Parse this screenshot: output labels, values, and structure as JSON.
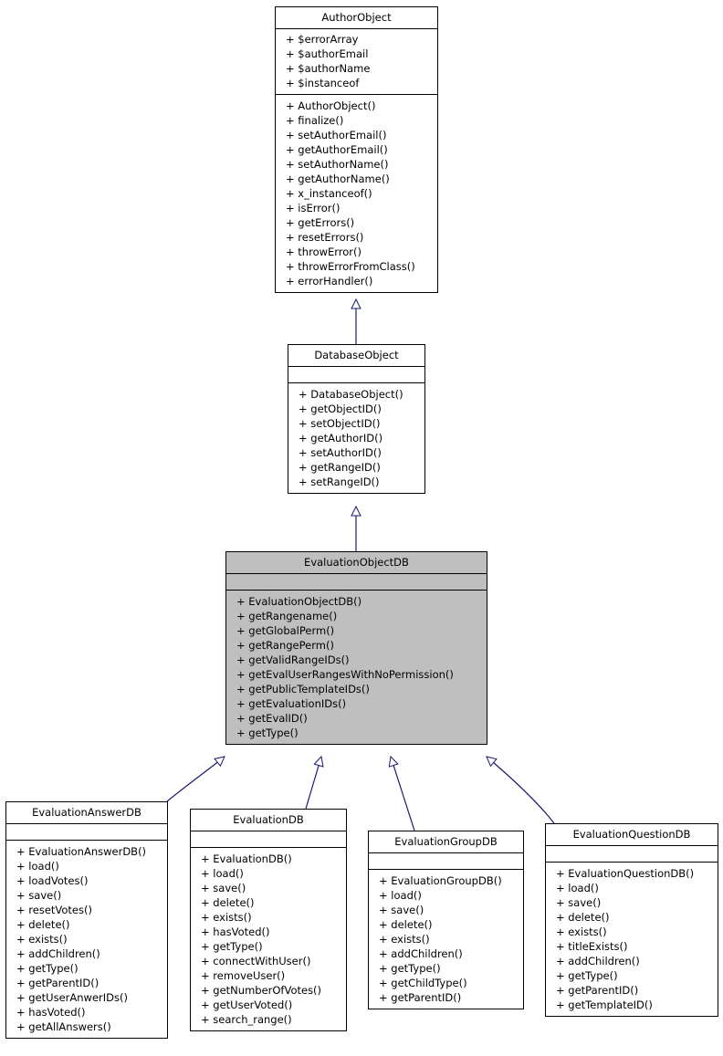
{
  "diagram": {
    "classes": {
      "author_object": {
        "name": "AuthorObject",
        "attributes": [
          "+ $errorArray",
          "+ $authorEmail",
          "+ $authorName",
          "+ $instanceof"
        ],
        "operations": [
          "+ AuthorObject()",
          "+ finalize()",
          "+ setAuthorEmail()",
          "+ getAuthorEmail()",
          "+ setAuthorName()",
          "+ getAuthorName()",
          "+ x_instanceof()",
          "+ isError()",
          "+ getErrors()",
          "+ resetErrors()",
          "+ throwError()",
          "+ throwErrorFromClass()",
          "+ errorHandler()"
        ]
      },
      "database_object": {
        "name": "DatabaseObject",
        "attributes": [],
        "operations": [
          "+ DatabaseObject()",
          "+ getObjectID()",
          "+ setObjectID()",
          "+ getAuthorID()",
          "+ setAuthorID()",
          "+ getRangeID()",
          "+ setRangeID()"
        ]
      },
      "evaluation_object_db": {
        "name": "EvaluationObjectDB",
        "attributes": [],
        "operations": [
          "+ EvaluationObjectDB()",
          "+ getRangename()",
          "+ getGlobalPerm()",
          "+ getRangePerm()",
          "+ getValidRangeIDs()",
          "+ getEvalUserRangesWithNoPermission()",
          "+ getPublicTemplateIDs()",
          "+ getEvaluationIDs()",
          "+ getEvalID()",
          "+ getType()"
        ]
      },
      "evaluation_answer_db": {
        "name": "EvaluationAnswerDB",
        "attributes": [],
        "operations": [
          "+ EvaluationAnswerDB()",
          "+ load()",
          "+ loadVotes()",
          "+ save()",
          "+ resetVotes()",
          "+ delete()",
          "+ exists()",
          "+ addChildren()",
          "+ getType()",
          "+ getParentID()",
          "+ getUserAnwerIDs()",
          "+ hasVoted()",
          "+ getAllAnswers()"
        ]
      },
      "evaluation_db": {
        "name": "EvaluationDB",
        "attributes": [],
        "operations": [
          "+ EvaluationDB()",
          "+ load()",
          "+ save()",
          "+ delete()",
          "+ exists()",
          "+ hasVoted()",
          "+ getType()",
          "+ connectWithUser()",
          "+ removeUser()",
          "+ getNumberOfVotes()",
          "+ getUserVoted()",
          "+ search_range()"
        ]
      },
      "evaluation_group_db": {
        "name": "EvaluationGroupDB",
        "attributes": [],
        "operations": [
          "+ EvaluationGroupDB()",
          "+ load()",
          "+ save()",
          "+ delete()",
          "+ exists()",
          "+ addChildren()",
          "+ getType()",
          "+ getChildType()",
          "+ getParentID()"
        ]
      },
      "evaluation_question_db": {
        "name": "EvaluationQuestionDB",
        "attributes": [],
        "operations": [
          "+ EvaluationQuestionDB()",
          "+ load()",
          "+ save()",
          "+ delete()",
          "+ exists()",
          "+ titleExists()",
          "+ addChildren()",
          "+ getType()",
          "+ getParentID()",
          "+ getTemplateID()"
        ]
      }
    },
    "colors": {
      "highlight_fill": "#bfbfbf",
      "edge": "#191970",
      "border": "#000000"
    }
  }
}
